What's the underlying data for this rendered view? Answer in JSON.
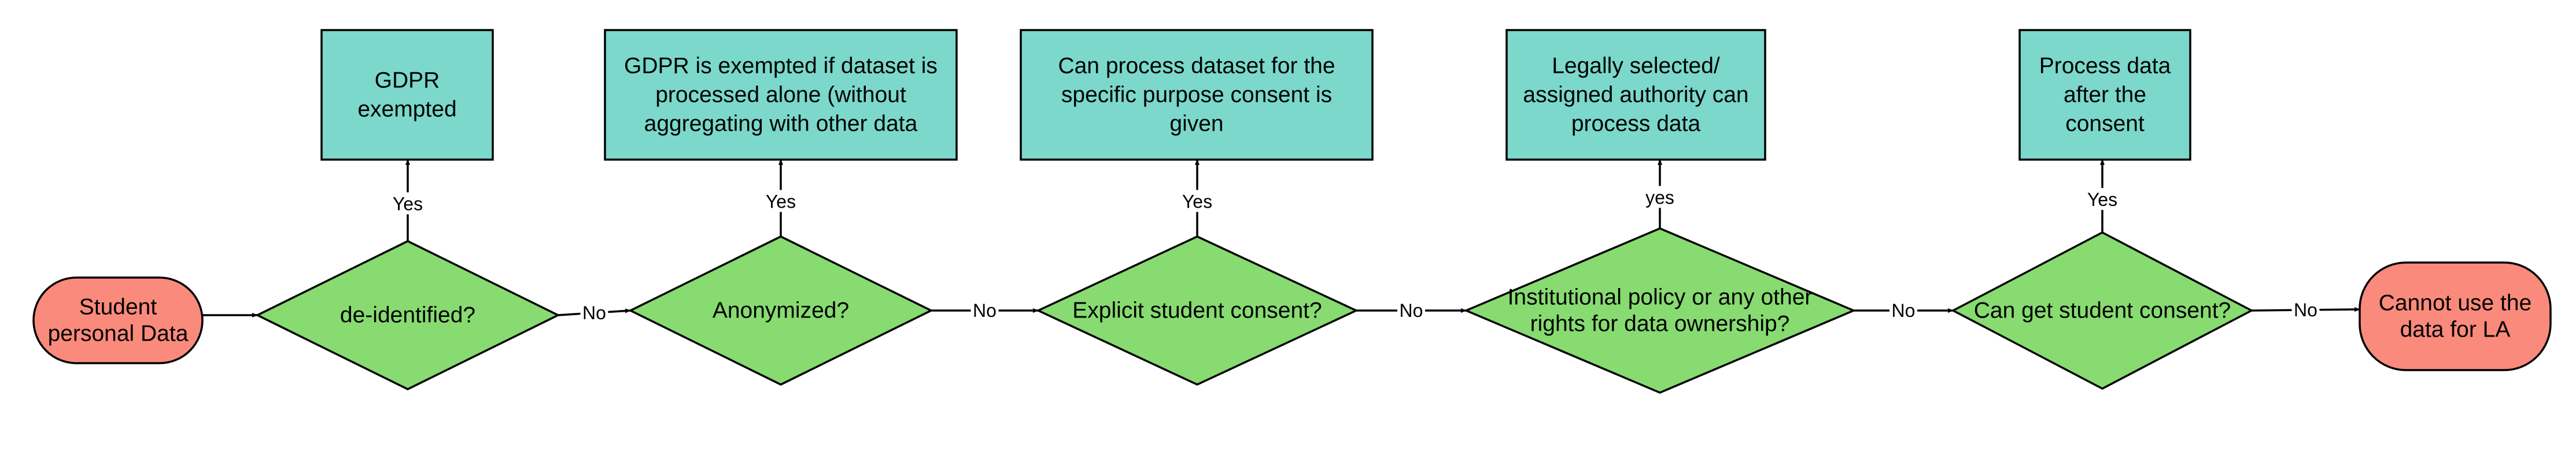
{
  "colors": {
    "terminal": "#FA8A7C",
    "decision": "#87DB71",
    "outcome": "#7BD8CB",
    "stroke": "#000000"
  },
  "start": {
    "lines": [
      "Student",
      "personal Data"
    ]
  },
  "end": {
    "lines": [
      "Cannot  use the",
      "data for LA"
    ]
  },
  "decisions": [
    {
      "lines": [
        "de-identified?"
      ]
    },
    {
      "lines": [
        "Anonymized?"
      ]
    },
    {
      "lines": [
        "Explicit student consent?"
      ]
    },
    {
      "lines": [
        "Institutional policy or any other",
        "rights for data ownership?"
      ]
    },
    {
      "lines": [
        "Can get student consent?"
      ]
    }
  ],
  "outcomes": [
    {
      "lines": [
        "GDPR",
        "exempted"
      ]
    },
    {
      "lines": [
        "GDPR is exempted if dataset is",
        "processed alone (without",
        "aggregating with other data"
      ]
    },
    {
      "lines": [
        "Can process dataset for the",
        "specific purpose consent is",
        "given"
      ]
    },
    {
      "lines": [
        "Legally selected/",
        "assigned authority can",
        "process data"
      ]
    },
    {
      "lines": [
        "Process data",
        "after the",
        "consent"
      ]
    }
  ],
  "yes_labels": [
    "Yes",
    "Yes",
    "Yes",
    "yes",
    "Yes"
  ],
  "no_labels": [
    "No",
    "No",
    "No",
    "No",
    "No"
  ]
}
